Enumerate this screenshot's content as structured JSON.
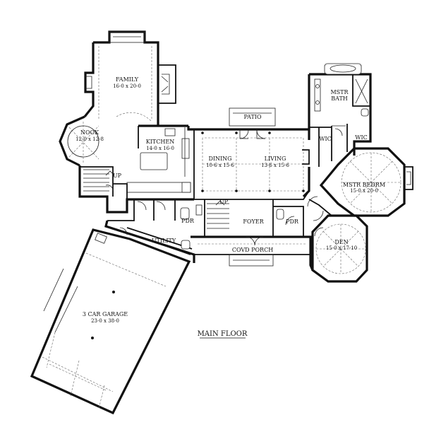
{
  "rooms": {
    "family": {
      "name": "FAMILY",
      "dims": "16-0 x 20-0"
    },
    "nook": {
      "name": "NOOK",
      "dims": "12-0 x 12-8"
    },
    "kitchen": {
      "name": "KITCHEN",
      "dims": "14-0 x 16-0"
    },
    "patio": {
      "name": "PATIO"
    },
    "dining": {
      "name": "DINING",
      "dims": "10-6 x 15-6"
    },
    "living": {
      "name": "LIVING",
      "dims": "13-6 x 15-6"
    },
    "mstr_bath": {
      "name_line1": "MSTR",
      "name_line2": "BATH"
    },
    "wic_left": {
      "name": "WIC"
    },
    "wic_right": {
      "name": "WIC"
    },
    "mstr_bedrm": {
      "name": "MSTR BEDRM",
      "dims": "15-0 x 20-0"
    },
    "pdr_left": {
      "name": "PDR"
    },
    "foyer": {
      "name": "FOYER"
    },
    "pdr_right": {
      "name": "PDR"
    },
    "utility": {
      "name": "UTILITY"
    },
    "covd_porch": {
      "name": "COVD PORCH"
    },
    "den": {
      "name": "DEN",
      "dims": "15-0 x 17-10"
    },
    "garage": {
      "name": "3 CAR GARAGE",
      "dims": "23-0 x 38-0"
    }
  },
  "stairs": {
    "up_left": "UP",
    "up_center": "UP"
  },
  "plan_title": "MAIN FLOOR"
}
